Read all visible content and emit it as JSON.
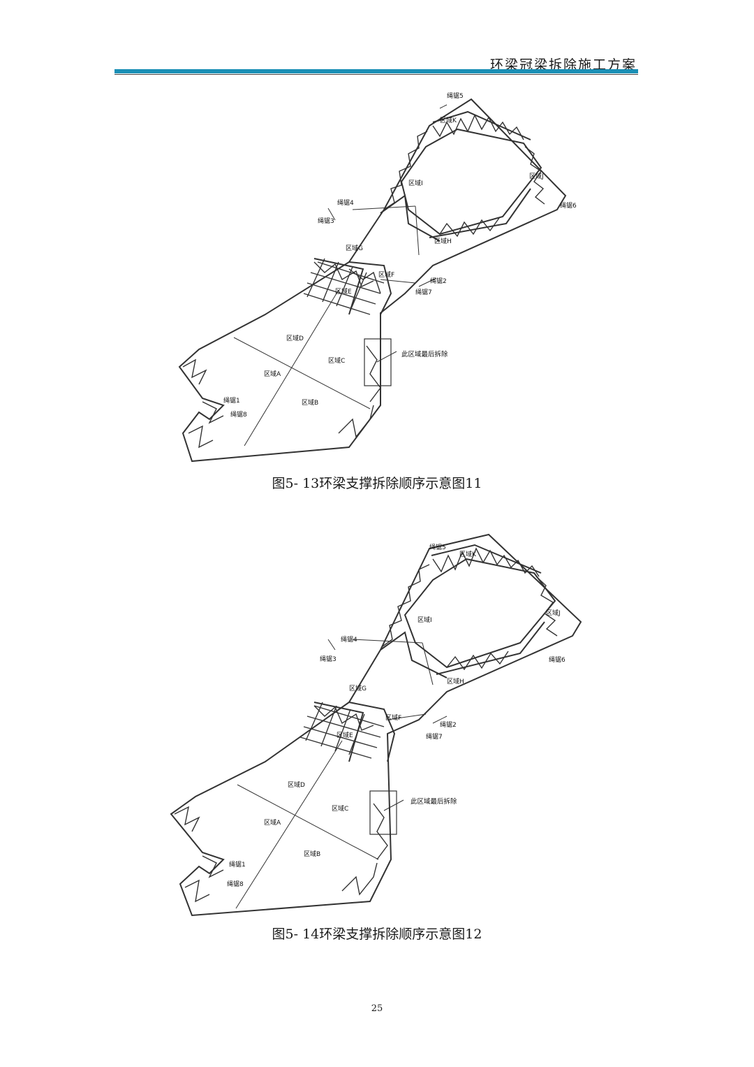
{
  "header": {
    "title": "环梁冠梁拆除施工方案"
  },
  "figures": [
    {
      "caption": "图5- 13环梁支撑拆除顺序示意图11",
      "labels": {
        "rope5": "绳锯5",
        "rope4": "绳锯4",
        "rope3": "绳锯3",
        "rope6": "绳锯6",
        "rope2": "绳锯2",
        "rope7": "绳锯7",
        "rope1": "绳锯1",
        "rope8": "绳锯8",
        "zoneK": "区域K",
        "zoneI": "区域I",
        "zoneJ": "区域J",
        "zoneH": "区域H",
        "zoneG": "区域G",
        "zoneF": "区域F",
        "zoneE": "区域E",
        "zoneD": "区域D",
        "zoneC": "区域C",
        "zoneA": "区域A",
        "zoneB": "区域B",
        "last": "此区域最后拆除"
      }
    },
    {
      "caption": "图5- 14环梁支撑拆除顺序示意图12",
      "labels": {
        "rope5": "绳锯5",
        "rope4": "绳锯4",
        "rope3": "绳锯3",
        "rope6": "绳锯6",
        "rope2": "绳锯2",
        "rope7": "绳锯7",
        "rope1": "绳锯1",
        "rope8": "绳锯8",
        "zoneK": "区域K",
        "zoneI": "区域I",
        "zoneJ": "区域J",
        "zoneH": "区域H",
        "zoneG": "区域G",
        "zoneF": "区域F",
        "zoneE": "区域E",
        "zoneD": "区域D",
        "zoneC": "区域C",
        "zoneA": "区域A",
        "zoneB": "区域B",
        "last": "此区域最后拆除"
      }
    }
  ],
  "page_number": "25"
}
